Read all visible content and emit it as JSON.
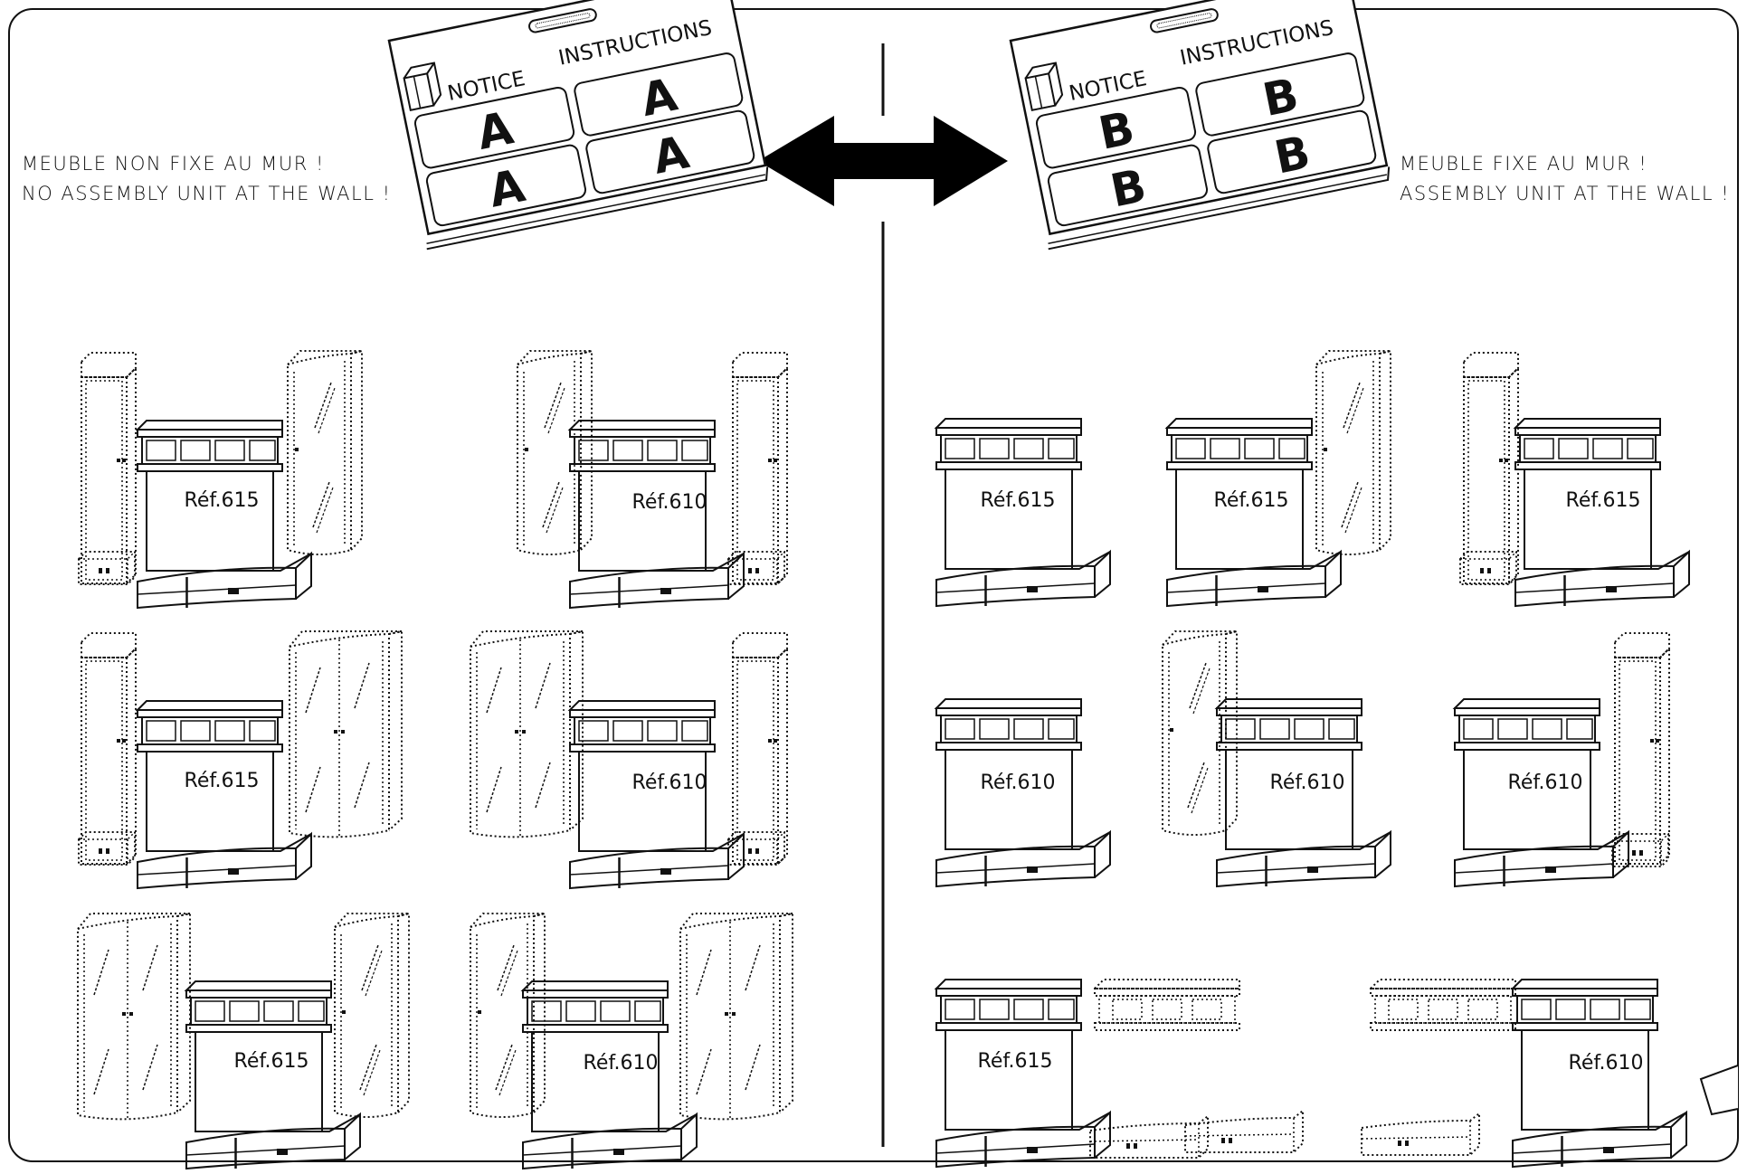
{
  "left_warning": {
    "line_fr": "MEUBLE NON FIXE AU MUR !",
    "line_en": "NO ASSEMBLY UNIT AT THE WALL !"
  },
  "right_warning": {
    "line_fr": "MEUBLE FIXE AU MUR !",
    "line_en": "ASSEMBLY UNIT AT THE WALL !"
  },
  "booklet_a": {
    "notice": "NOTICE",
    "instructions": "INSTRUCTIONS",
    "letters": [
      "A",
      "A",
      "A",
      "A"
    ]
  },
  "booklet_b": {
    "notice": "NOTICE",
    "instructions": "INSTRUCTIONS",
    "letters": [
      "B",
      "B",
      "B",
      "B"
    ]
  },
  "units": {
    "l1": "Réf.615",
    "l2": "Réf.610",
    "l3": "Réf.615",
    "l4": "Réf.610",
    "l5": "Réf.615",
    "l6": "Réf.610",
    "r1": "Réf.615",
    "r2": "Réf.615",
    "r3": "Réf.615",
    "r4": "Réf.610",
    "r5": "Réf.610",
    "r6": "Réf.610",
    "r7": "Réf.615",
    "r8": "Réf.610"
  }
}
